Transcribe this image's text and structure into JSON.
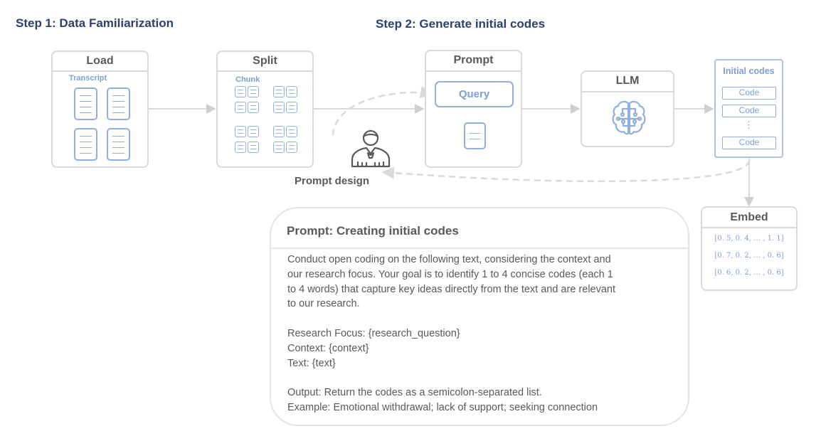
{
  "steps": {
    "step1": "Step 1:  Data Familiarization",
    "step2": "Step 2: Generate initial codes"
  },
  "load": {
    "title": "Load",
    "sublabel": "Transcript"
  },
  "split": {
    "title": "Split",
    "sublabel": "Chunk"
  },
  "prompt_box": {
    "title": "Prompt",
    "query_label": "Query"
  },
  "llm": {
    "title": "LLM"
  },
  "initial_codes": {
    "title": "Initial codes",
    "codes": [
      "Code",
      "Code",
      "Code"
    ],
    "ellipsis": "⋮"
  },
  "person_label": "Prompt design",
  "embed": {
    "title": "Embed",
    "vectors": [
      "[0. 5, 0. 4, … , 1. 1]",
      "[0. 7, 0. 2, … , 0. 6]",
      "[0. 6, 0. 2, … , 0. 6]"
    ]
  },
  "prompt_card": {
    "title": "Prompt: Creating initial codes",
    "lines": [
      "Conduct open coding on the following text, considering the context and",
      "our research focus. Your goal is to identify 1 to 4 concise codes (each 1",
      "to 4 words) that capture key ideas directly from the text and are relevant",
      "to our research.",
      "Research Focus: {research_question}",
      "Context: {context}",
      "Text: {text}",
      "Output: Return the codes as a semicolon-separated list.",
      "Example: Emotional withdrawal; lack of support; seeking connection"
    ]
  },
  "colors": {
    "heading": "#2b4170",
    "accent_blue": "#8fb0dc",
    "box_border": "#d9d9d9",
    "text_gray": "#595959"
  },
  "icons": [
    "document-icon",
    "chunk-icon",
    "brain-icon",
    "person-icon",
    "arrow-icon"
  ]
}
